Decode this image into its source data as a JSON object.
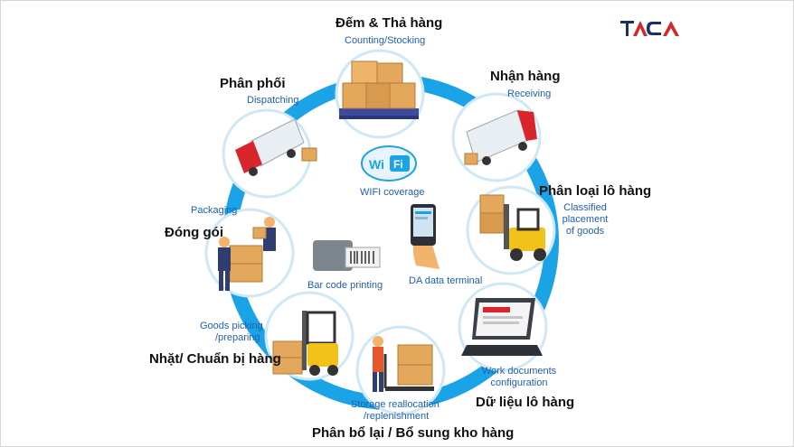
{
  "logo": {
    "text": "TACA",
    "colors": {
      "primary": "#1b2f6b",
      "accent": "#d4262b"
    }
  },
  "steps": [
    {
      "id": "counting",
      "vi": "Đếm & Thả hàng",
      "en": "Counting/Stocking"
    },
    {
      "id": "receiving",
      "vi": "Nhận hàng",
      "en": "Receiving"
    },
    {
      "id": "classified",
      "vi": "Phân loại lô hàng",
      "en": [
        "Classified",
        "placement",
        "of goods"
      ]
    },
    {
      "id": "work-docs",
      "vi": "Dữ liệu lô hàng",
      "en": [
        "Work documents",
        "configuration"
      ]
    },
    {
      "id": "storage",
      "vi": "Phân bổ lại / Bổ sung kho hàng",
      "en": [
        "Storage reallocation",
        "/replenishment"
      ]
    },
    {
      "id": "picking",
      "vi": "Nhặt/ Chuẩn bị hàng",
      "en": [
        "Goods picking",
        "/preparing"
      ]
    },
    {
      "id": "packaging",
      "vi": "Đóng gói",
      "en": "Packaging"
    },
    {
      "id": "dispatching",
      "vi": "Phân phối",
      "en": "Dispatching"
    }
  ],
  "center": {
    "wifi_text": [
      "Wi",
      "Fi"
    ],
    "wifi_label": "WIFI coverage",
    "barcode_label": "Bar code printing",
    "terminal_label": "DA data terminal"
  },
  "colors": {
    "ring": "#1aa3e6",
    "node_ring": "#cfe8f7",
    "label_blue": "#1f5fb0"
  }
}
